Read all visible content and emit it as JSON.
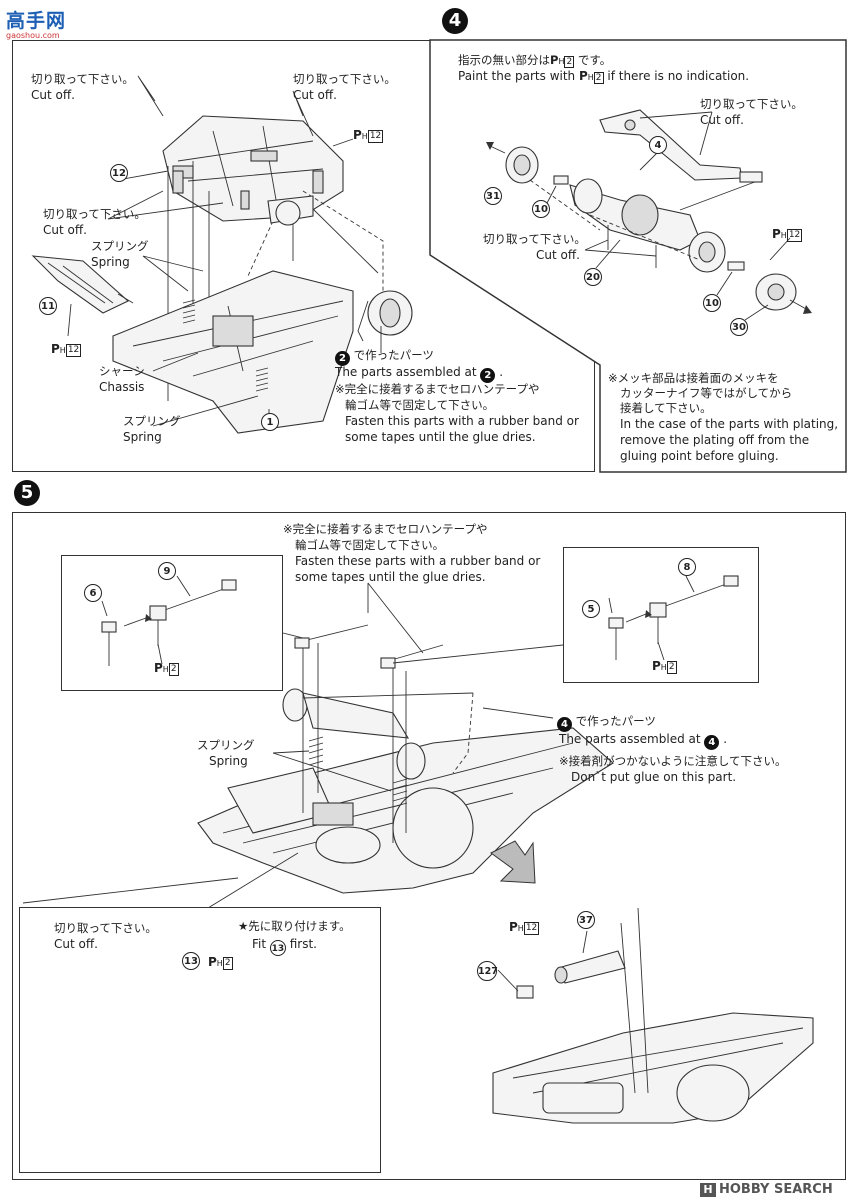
{
  "header_logo": {
    "text": "高手网",
    "url_text": "gaoshou.com"
  },
  "watermark": {
    "mark": "H",
    "text": "HOBBY SEARCH"
  },
  "step3": {
    "cut_off_jp": "切り取って下さい。",
    "cut_off_en": "Cut off.",
    "spring_jp": "スプリング",
    "spring_en": "Spring",
    "chassis_jp": "シャーシ",
    "chassis_en": "Chassis",
    "assembled_jp": "で作ったパーツ",
    "assembled_en": "The parts assembled at",
    "step_ref": "2",
    "tape_jp1": "※完全に接着するまでセロハンテープや",
    "tape_jp2": "輪ゴム等で固定して下さい。",
    "tape_en1": "Fasten this parts with a rubber band or",
    "tape_en2": "some tapes until the glue dries.",
    "parts": {
      "p12": "12",
      "p11": "11",
      "p1": "1"
    },
    "paint_code": "12"
  },
  "step4": {
    "number": "4",
    "paint_jp_pre": "指示の無い部分は",
    "paint_jp_post": "です。",
    "paint_en_pre": "Paint the parts with",
    "paint_en_post": "if there is no indication.",
    "paint_code_default": "2",
    "cut_off_jp": "切り取って下さい。",
    "cut_off_en": "Cut off.",
    "paint_code": "12",
    "parts": {
      "p4": "4",
      "p31": "31",
      "p10a": "10",
      "p20": "20",
      "p10b": "10",
      "p30": "30"
    },
    "plating_jp1": "※メッキ部品は接着面のメッキを",
    "plating_jp2": "カッターナイフ等ではがしてから",
    "plating_jp3": "接着して下さい。",
    "plating_en1": "In the case of the parts with plating,",
    "plating_en2": "remove the plating off from the",
    "plating_en3": "gluing point before gluing."
  },
  "step5": {
    "number": "5",
    "tape_jp1": "※完全に接着するまでセロハンテープや",
    "tape_jp2": "輪ゴム等で固定して下さい。",
    "tape_en1": "Fasten these parts with a rubber band or",
    "tape_en2": "some tapes until the glue dries.",
    "inset_left": {
      "p6": "6",
      "p9": "9",
      "paint": "2"
    },
    "inset_right": {
      "p5": "5",
      "p8": "8",
      "paint": "2"
    },
    "assembled_jp": "で作ったパーツ",
    "assembled_en": "The parts assembled at",
    "step_ref": "4",
    "noglue_jp": "※接着剤がつかないように注意して下さい。",
    "noglue_en": "Don`t put glue on this part.",
    "spring_jp": "スプリング",
    "spring_en": "Spring",
    "sub_left": {
      "cut_off_jp": "切り取って下さい。",
      "cut_off_en": "Cut off.",
      "first_jp": "★先に取り付けます。",
      "first_en_pre": "Fit",
      "first_en_post": "first.",
      "p13": "13",
      "paint": "2"
    },
    "sub_right": {
      "p37": "37",
      "p127": "127",
      "paint": "12"
    }
  }
}
